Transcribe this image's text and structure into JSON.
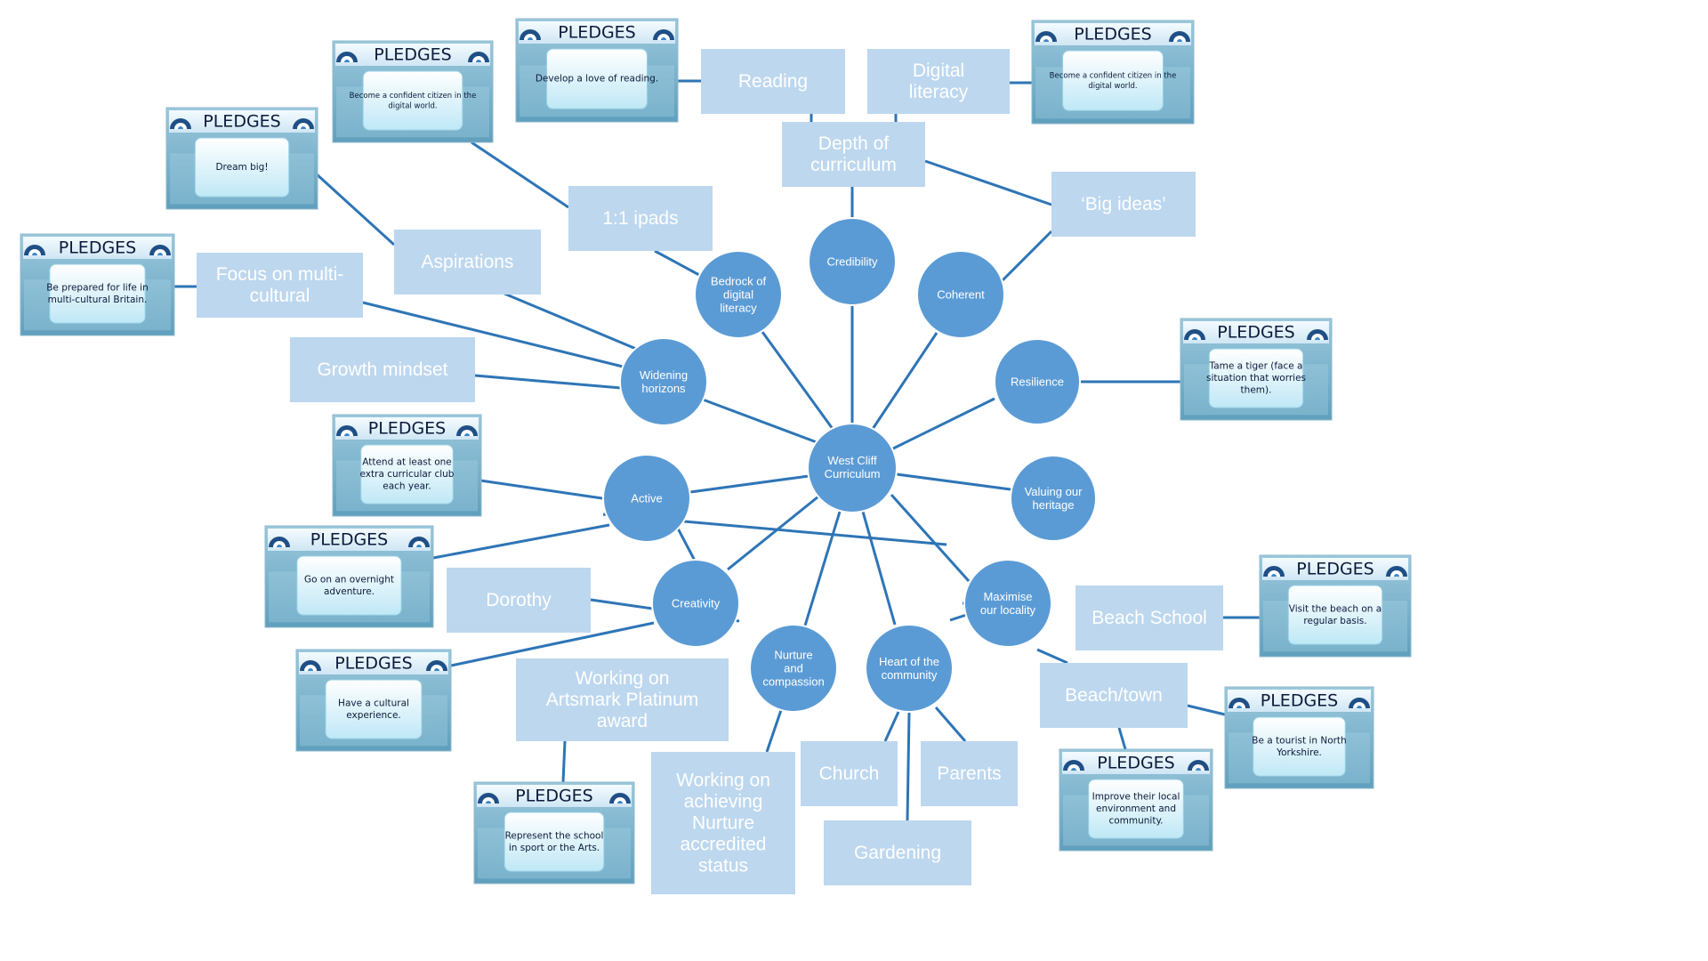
{
  "colors": {
    "circle_fill": "#5b9bd5",
    "circle_stroke": "#ffffff",
    "box_fill": "#bdd7ee",
    "line": "#2e75b6",
    "pledge_header_text": "#0b1a3a",
    "pledge_card": "#d8f1fb",
    "pledge_bg": "#7fb3cc"
  },
  "center": {
    "label": [
      "West Cliff",
      "Curriculum"
    ]
  },
  "hubs": [
    {
      "id": "credibility",
      "label": [
        "Credibility"
      ]
    },
    {
      "id": "coherent",
      "label": [
        "Coherent"
      ]
    },
    {
      "id": "bedrock",
      "label": [
        "Bedrock of",
        "digital",
        "literacy"
      ]
    },
    {
      "id": "widening",
      "label": [
        "Widening",
        "horizons"
      ]
    },
    {
      "id": "resilience",
      "label": [
        "Resilience"
      ]
    },
    {
      "id": "active",
      "label": [
        "Active"
      ]
    },
    {
      "id": "heritage",
      "label": [
        "Valuing our",
        "heritage"
      ]
    },
    {
      "id": "creativity",
      "label": [
        "Creativity"
      ]
    },
    {
      "id": "locality",
      "label": [
        "Maximise",
        "our locality"
      ]
    },
    {
      "id": "heart",
      "label": [
        "Heart of the",
        "community"
      ]
    },
    {
      "id": "nurture",
      "label": [
        "Nurture",
        "and",
        "compassion"
      ]
    }
  ],
  "boxes": [
    {
      "id": "reading",
      "label": [
        "Reading"
      ]
    },
    {
      "id": "digital",
      "label": [
        "Digital",
        "literacy"
      ]
    },
    {
      "id": "depth",
      "label": [
        "Depth of",
        "curriculum"
      ]
    },
    {
      "id": "bigideas",
      "label": [
        "‘Big ideas’"
      ]
    },
    {
      "id": "ipads",
      "label": [
        "1:1 ipads"
      ]
    },
    {
      "id": "aspirations",
      "label": [
        "Aspirations"
      ]
    },
    {
      "id": "multicultural",
      "label": [
        "Focus on multi-",
        "cultural"
      ]
    },
    {
      "id": "growth",
      "label": [
        "Growth mindset"
      ]
    },
    {
      "id": "dorothy",
      "label": [
        "Dorothy"
      ]
    },
    {
      "id": "artsmark",
      "label": [
        "Working on",
        "Artsmark Platinum",
        "award"
      ]
    },
    {
      "id": "nurturestatus",
      "label": [
        "Working on",
        "achieving",
        "Nurture",
        "accredited",
        "status"
      ]
    },
    {
      "id": "church",
      "label": [
        "Church"
      ]
    },
    {
      "id": "parents",
      "label": [
        "Parents"
      ]
    },
    {
      "id": "gardening",
      "label": [
        "Gardening"
      ]
    },
    {
      "id": "beachschool",
      "label": [
        "Beach School"
      ]
    },
    {
      "id": "beachtown",
      "label": [
        "Beach/town"
      ]
    }
  ],
  "pledges": [
    {
      "id": "p-reading",
      "title": "PLEDGES",
      "text": [
        "Develop a love of reading."
      ]
    },
    {
      "id": "p-digital",
      "title": "PLEDGES",
      "text": [
        "Become a confident citizen in the",
        "digital world."
      ]
    },
    {
      "id": "p-ipads",
      "title": "PLEDGES",
      "text": [
        "Become a confident citizen in the",
        "digital world."
      ]
    },
    {
      "id": "p-dream",
      "title": "PLEDGES",
      "text": [
        "Dream big!"
      ]
    },
    {
      "id": "p-prepared",
      "title": "PLEDGES",
      "text": [
        "Be prepared for life in",
        "multi-cultural Britain."
      ]
    },
    {
      "id": "p-tiger",
      "title": "PLEDGES",
      "text": [
        "Tame a tiger (face a",
        "situation that worries",
        "them)."
      ]
    },
    {
      "id": "p-club",
      "title": "PLEDGES",
      "text": [
        "Attend at least one",
        "extra curricular club",
        "each year."
      ]
    },
    {
      "id": "p-overnight",
      "title": "PLEDGES",
      "text": [
        "Go on an overnight",
        "adventure."
      ]
    },
    {
      "id": "p-cultural",
      "title": "PLEDGES",
      "text": [
        "Have a cultural",
        "experience."
      ]
    },
    {
      "id": "p-represent",
      "title": "PLEDGES",
      "text": [
        "Represent the school",
        "in sport or the Arts."
      ]
    },
    {
      "id": "p-beach",
      "title": "PLEDGES",
      "text": [
        "Visit the beach on a",
        "regular basis."
      ]
    },
    {
      "id": "p-tourist",
      "title": "PLEDGES",
      "text": [
        "Be a tourist in North",
        "Yorkshire."
      ]
    },
    {
      "id": "p-improve",
      "title": "PLEDGES",
      "text": [
        "Improve their local",
        "environment and",
        "community."
      ]
    }
  ]
}
